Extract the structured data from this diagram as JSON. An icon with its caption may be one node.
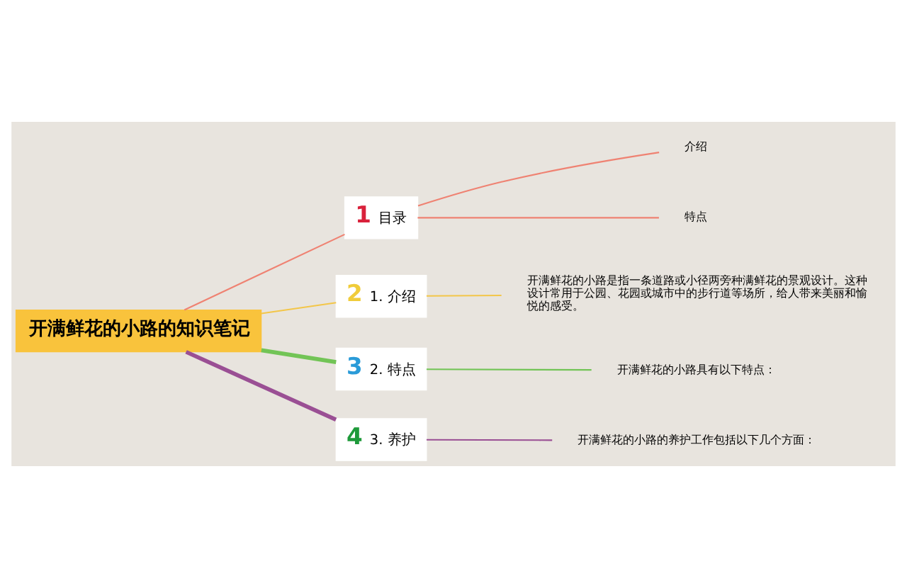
{
  "diagram": {
    "nodes": [
      {
        "text": [
          "开满鲜花的小路的知识笔记"
        ]
      },
      {
        "text": [
          "1",
          "目录"
        ]
      },
      {
        "text": [
          "介绍"
        ]
      },
      {
        "text": [
          "特点"
        ]
      },
      {
        "text": [
          "2",
          "1. 介绍"
        ]
      },
      {
        "text": [
          "开满鲜花的小路是指一条道路或小径两旁种满鲜花的景观设计。这种设计常用于公园、花园或城市中的步行道等场所，给人带来美丽和愉悦的感受。"
        ]
      },
      {
        "text": [
          "3",
          "2. 特点"
        ]
      },
      {
        "text": [
          "开满鲜花的小路具有以下特点："
        ]
      },
      {
        "text": [
          "4",
          "3. 养护"
        ]
      },
      {
        "text": [
          "开满鲜花的小路的养护工作包括以下几个方面："
        ]
      }
    ],
    "edges": [
      {
        "from": 0,
        "to": 1,
        "arrow": "none",
        "color": "#ef8272"
      },
      {
        "from": 1,
        "to": 2,
        "arrow": "none",
        "color": "#ef8272"
      },
      {
        "from": 1,
        "to": 3,
        "arrow": "none",
        "color": "#ef8272"
      },
      {
        "from": 0,
        "to": 4,
        "arrow": "none",
        "color": "#f3c649"
      },
      {
        "from": 4,
        "to": 5,
        "arrow": "none",
        "color": "#f3c649"
      },
      {
        "from": 0,
        "to": 6,
        "arrow": "none",
        "style": "thick",
        "color": "#72c456"
      },
      {
        "from": 6,
        "to": 7,
        "arrow": "none",
        "color": "#72c456"
      },
      {
        "from": 0,
        "to": 8,
        "arrow": "none",
        "style": "thick",
        "color": "#9a4f94"
      },
      {
        "from": 8,
        "to": 9,
        "arrow": "none",
        "color": "#9a4f94"
      }
    ]
  }
}
